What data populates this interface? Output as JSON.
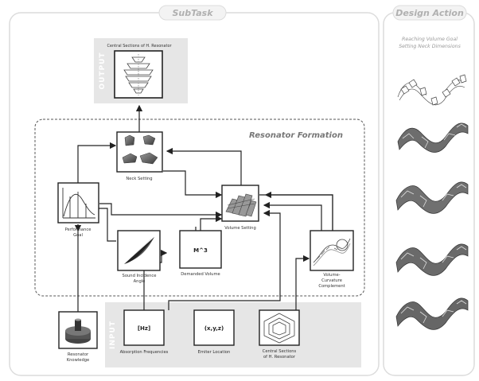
{
  "panels": {
    "subtask_title": "SubTask",
    "design_action_title": "Design Action",
    "design_action_subtitle_line1": "Reaching Volume Goal",
    "design_action_subtitle_line2": "Setting Neck Dimensions"
  },
  "output": {
    "label": "OUTPUT",
    "title": "Central Sections of H. Resonator"
  },
  "formation": {
    "title": "Resonator Formation"
  },
  "nodes": {
    "neck_setting": "Neck Setting",
    "performance_goal_line1": "Performance",
    "performance_goal_line2": "Goal",
    "volume_setting": "Volume Setting",
    "sound_incidence_line1": "Sound Incidence",
    "sound_incidence_line2": "Angle",
    "demanded_volume": "Demanded Volume",
    "demanded_volume_icon": "M^3",
    "volume_curvature_line1": "Volume-",
    "volume_curvature_line2": "Curvature",
    "volume_curvature_line3": "Complement"
  },
  "input": {
    "label": "INPUT",
    "absorption_icon": "[Hz]",
    "absorption_label": "Absorption Frequencies",
    "emitter_icon": "(x,y,z)",
    "emitter_label": "Emiter Location",
    "sections_line1": "Central Sections",
    "sections_line2": "of H. Resonator",
    "knowledge_line1": "Resonator",
    "knowledge_line2": "Knowledge"
  },
  "colors": {
    "panel_border": "#d9d9d9",
    "panel_title": "#b0b0b0",
    "band_fill": "#e6e6e6",
    "band_label": "#ffffff",
    "line": "#222222",
    "formation_title": "#777777"
  }
}
